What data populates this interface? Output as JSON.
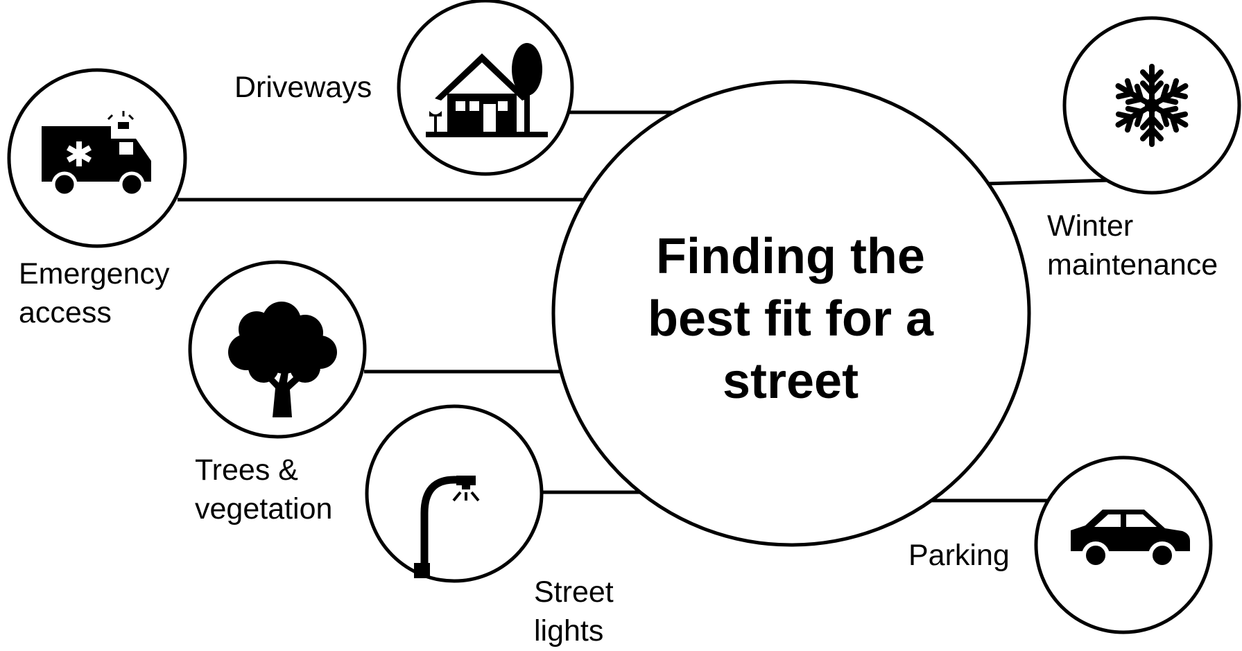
{
  "title": {
    "lines": [
      "Finding the",
      "best fit for a",
      "street"
    ]
  },
  "nodes": {
    "driveways": {
      "label": [
        "Driveways"
      ],
      "icon": "house-with-tree-icon"
    },
    "emergency": {
      "label": [
        "Emergency",
        "access"
      ],
      "icon": "ambulance-icon"
    },
    "trees": {
      "label": [
        "Trees &",
        "vegetation"
      ],
      "icon": "tree-icon"
    },
    "lights": {
      "label": [
        "Street",
        "lights"
      ],
      "icon": "street-light-icon"
    },
    "winter": {
      "label": [
        "Winter",
        "maintenance"
      ],
      "icon": "snowflake-icon"
    },
    "parking": {
      "label": [
        "Parking"
      ],
      "icon": "car-icon"
    }
  },
  "colors": {
    "stroke": "#000000",
    "background": "#ffffff"
  }
}
